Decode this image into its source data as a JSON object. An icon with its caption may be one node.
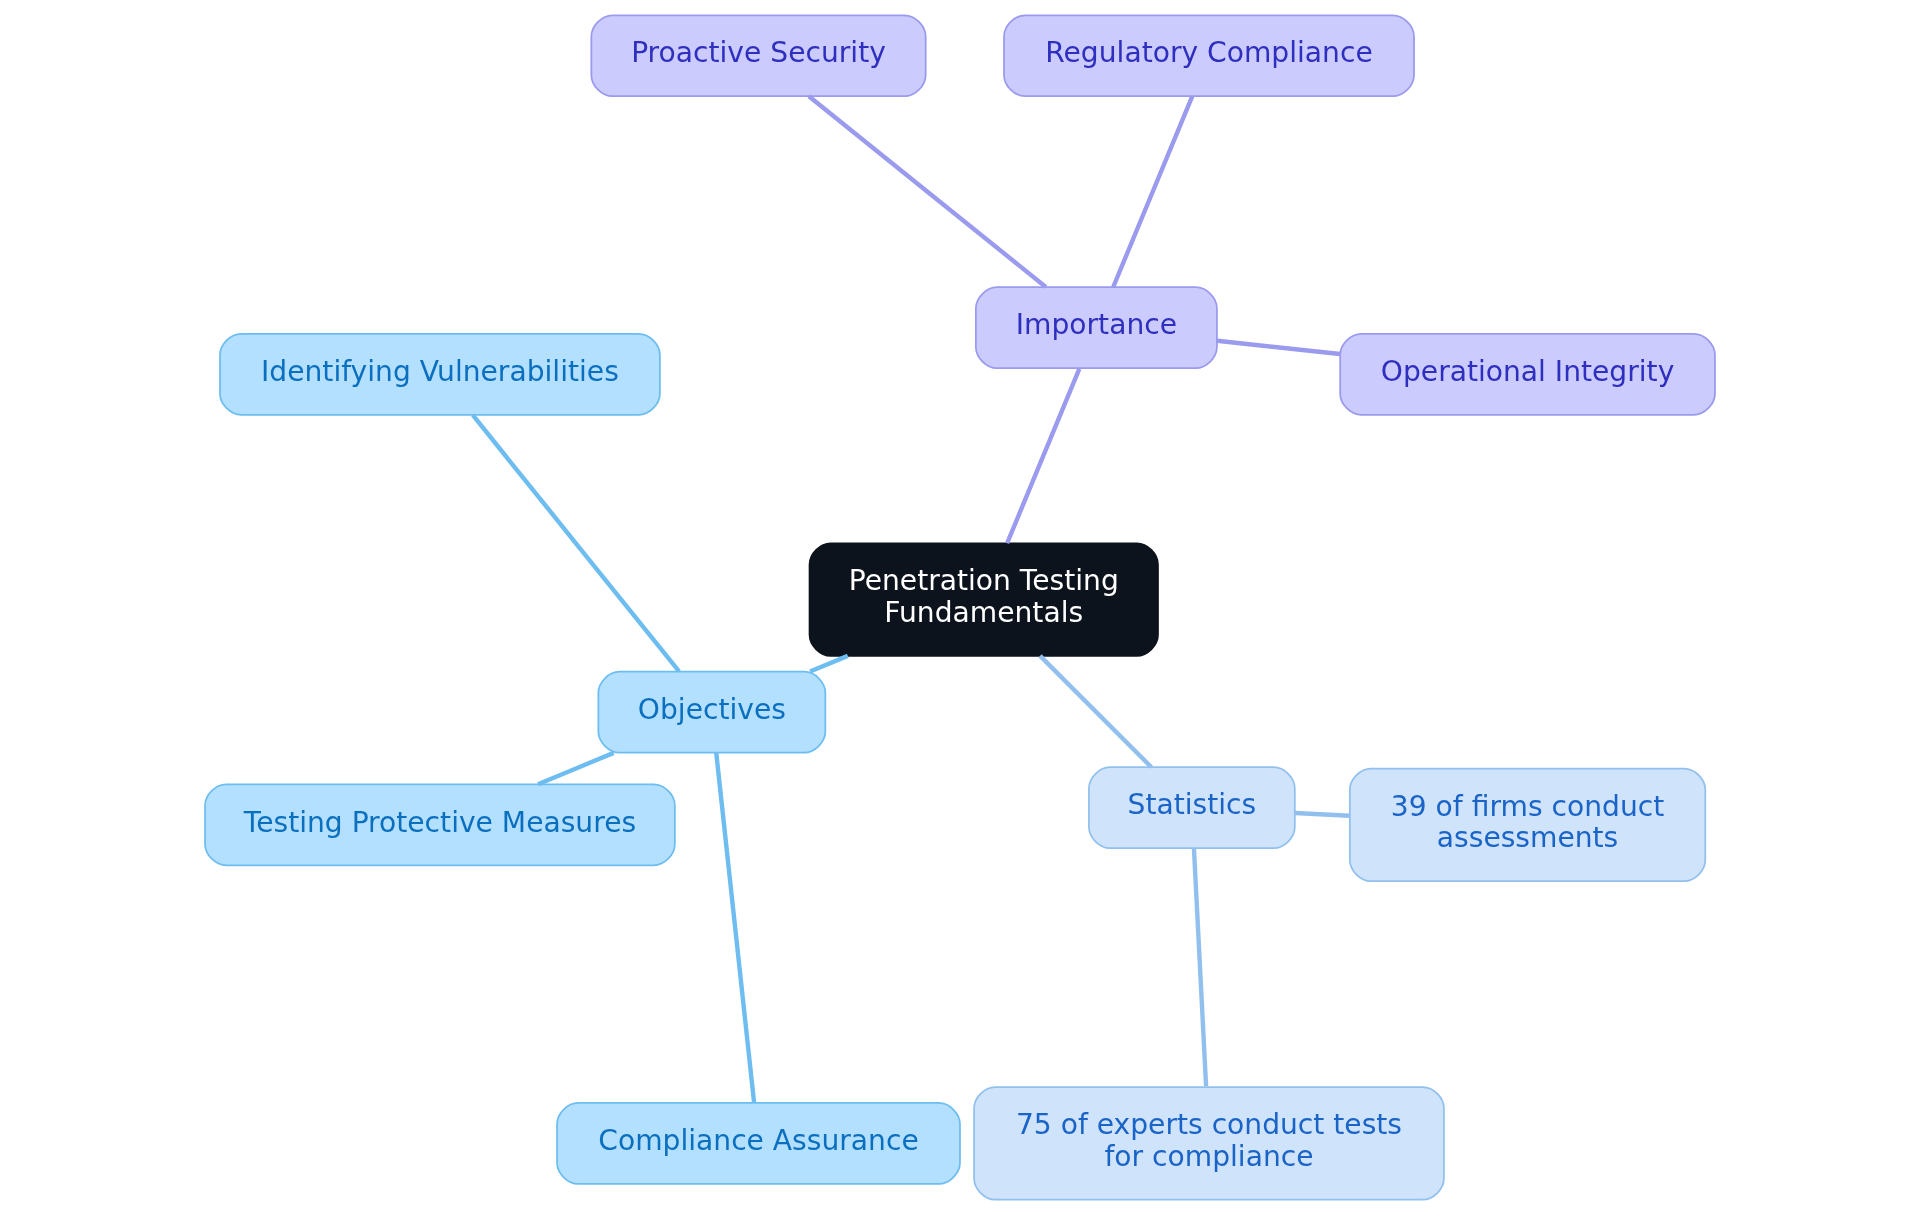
{
  "diagram": {
    "nodes": [
      {
        "text": [
          "Penetration Testing Fundamentals"
        ]
      },
      {
        "text": [
          "Importance"
        ]
      },
      {
        "text": [
          "Operational Integrity"
        ]
      },
      {
        "text": [
          "Regulatory Compliance"
        ]
      },
      {
        "text": [
          "Proactive Security"
        ]
      },
      {
        "text": [
          "Objectives"
        ]
      },
      {
        "text": [
          "Identifying Vulnerabilities"
        ]
      },
      {
        "text": [
          "Testing Protective Measures"
        ]
      },
      {
        "text": [
          "Compliance Assurance"
        ]
      },
      {
        "text": [
          "Statistics"
        ]
      },
      {
        "text": [
          "75 of experts conduct tests for compliance"
        ]
      },
      {
        "text": [
          "39 of firms conduct assessments"
        ]
      }
    ],
    "edges": [
      {
        "from": 0,
        "to": 1,
        "arrow": "none",
        "color": "#9a9aee"
      },
      {
        "from": 1,
        "to": 2,
        "arrow": "none",
        "color": "#9a9aee"
      },
      {
        "from": 1,
        "to": 3,
        "arrow": "none",
        "color": "#9a9aee"
      },
      {
        "from": 1,
        "to": 4,
        "arrow": "none",
        "color": "#9a9aee"
      },
      {
        "from": 0,
        "to": 5,
        "arrow": "none",
        "color": "#6ebdf0"
      },
      {
        "from": 5,
        "to": 6,
        "arrow": "none",
        "color": "#6ebdf0"
      },
      {
        "from": 5,
        "to": 7,
        "arrow": "none",
        "color": "#6ebdf0"
      },
      {
        "from": 5,
        "to": 8,
        "arrow": "none",
        "color": "#6ebdf0"
      },
      {
        "from": 0,
        "to": 9,
        "arrow": "none",
        "color": "#92c0ee"
      },
      {
        "from": 9,
        "to": 10,
        "arrow": "none",
        "color": "#92c0ee"
      },
      {
        "from": 9,
        "to": 11,
        "arrow": "none",
        "color": "#92c0ee"
      }
    ]
  }
}
